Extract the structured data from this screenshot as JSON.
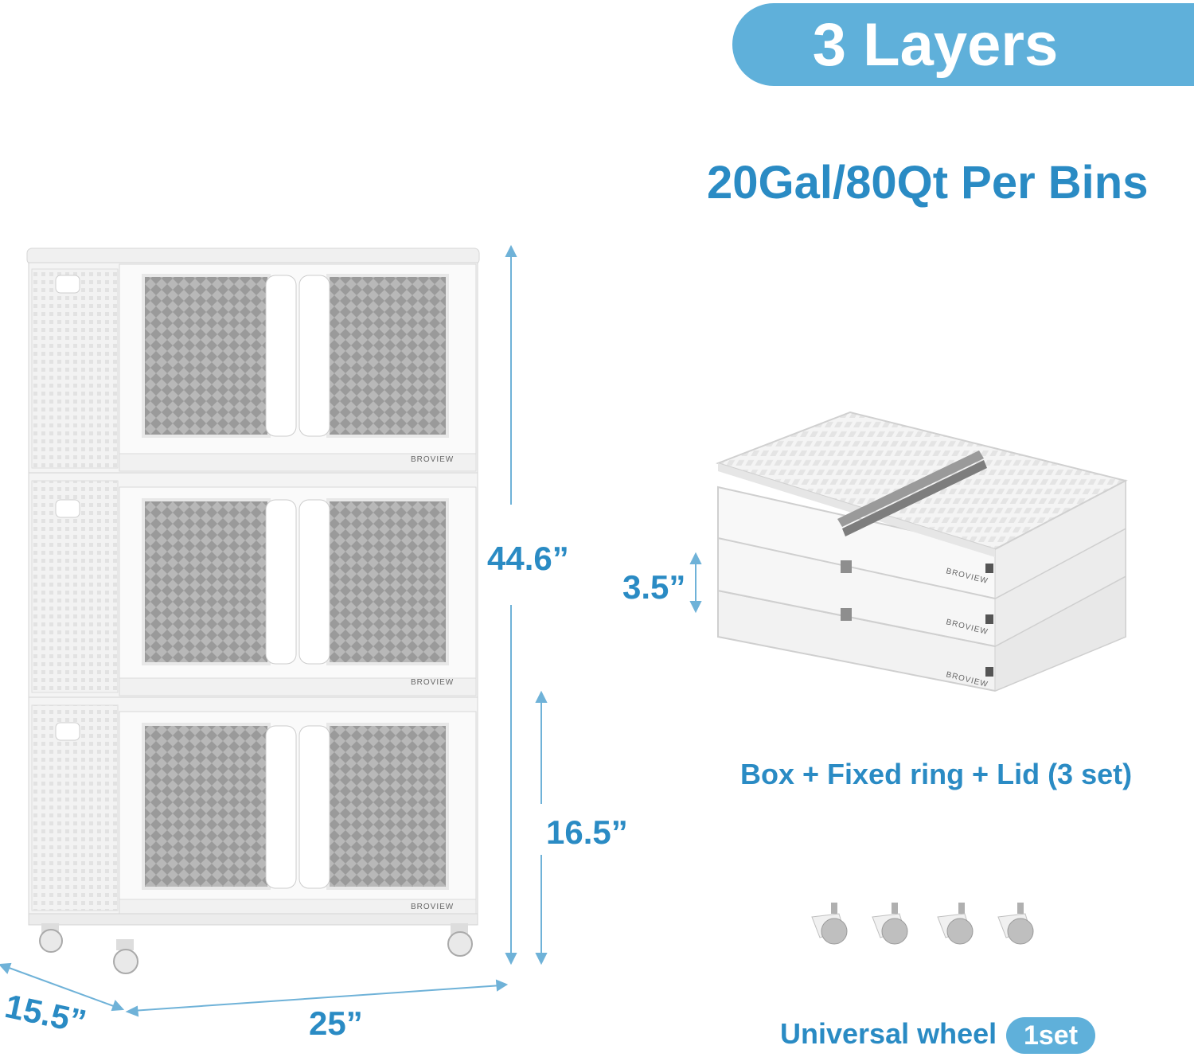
{
  "header": {
    "title": "3 Layers"
  },
  "subtitle": "20Gal/80Qt Per Bins",
  "brand": "BROVIEW",
  "dimensions": {
    "height_total": "44.6”",
    "height_layer": "16.5”",
    "width": "25”",
    "depth": "15.5”",
    "folded_height": "3.5”"
  },
  "folded_caption": "Box + Fixed ring + Lid (3 set)",
  "wheels": {
    "label": "Universal wheel",
    "count": "1set"
  },
  "colors": {
    "accent": "#5fb0da",
    "text_blue": "#2a8bc4",
    "arrow": "#6fb2d8"
  }
}
